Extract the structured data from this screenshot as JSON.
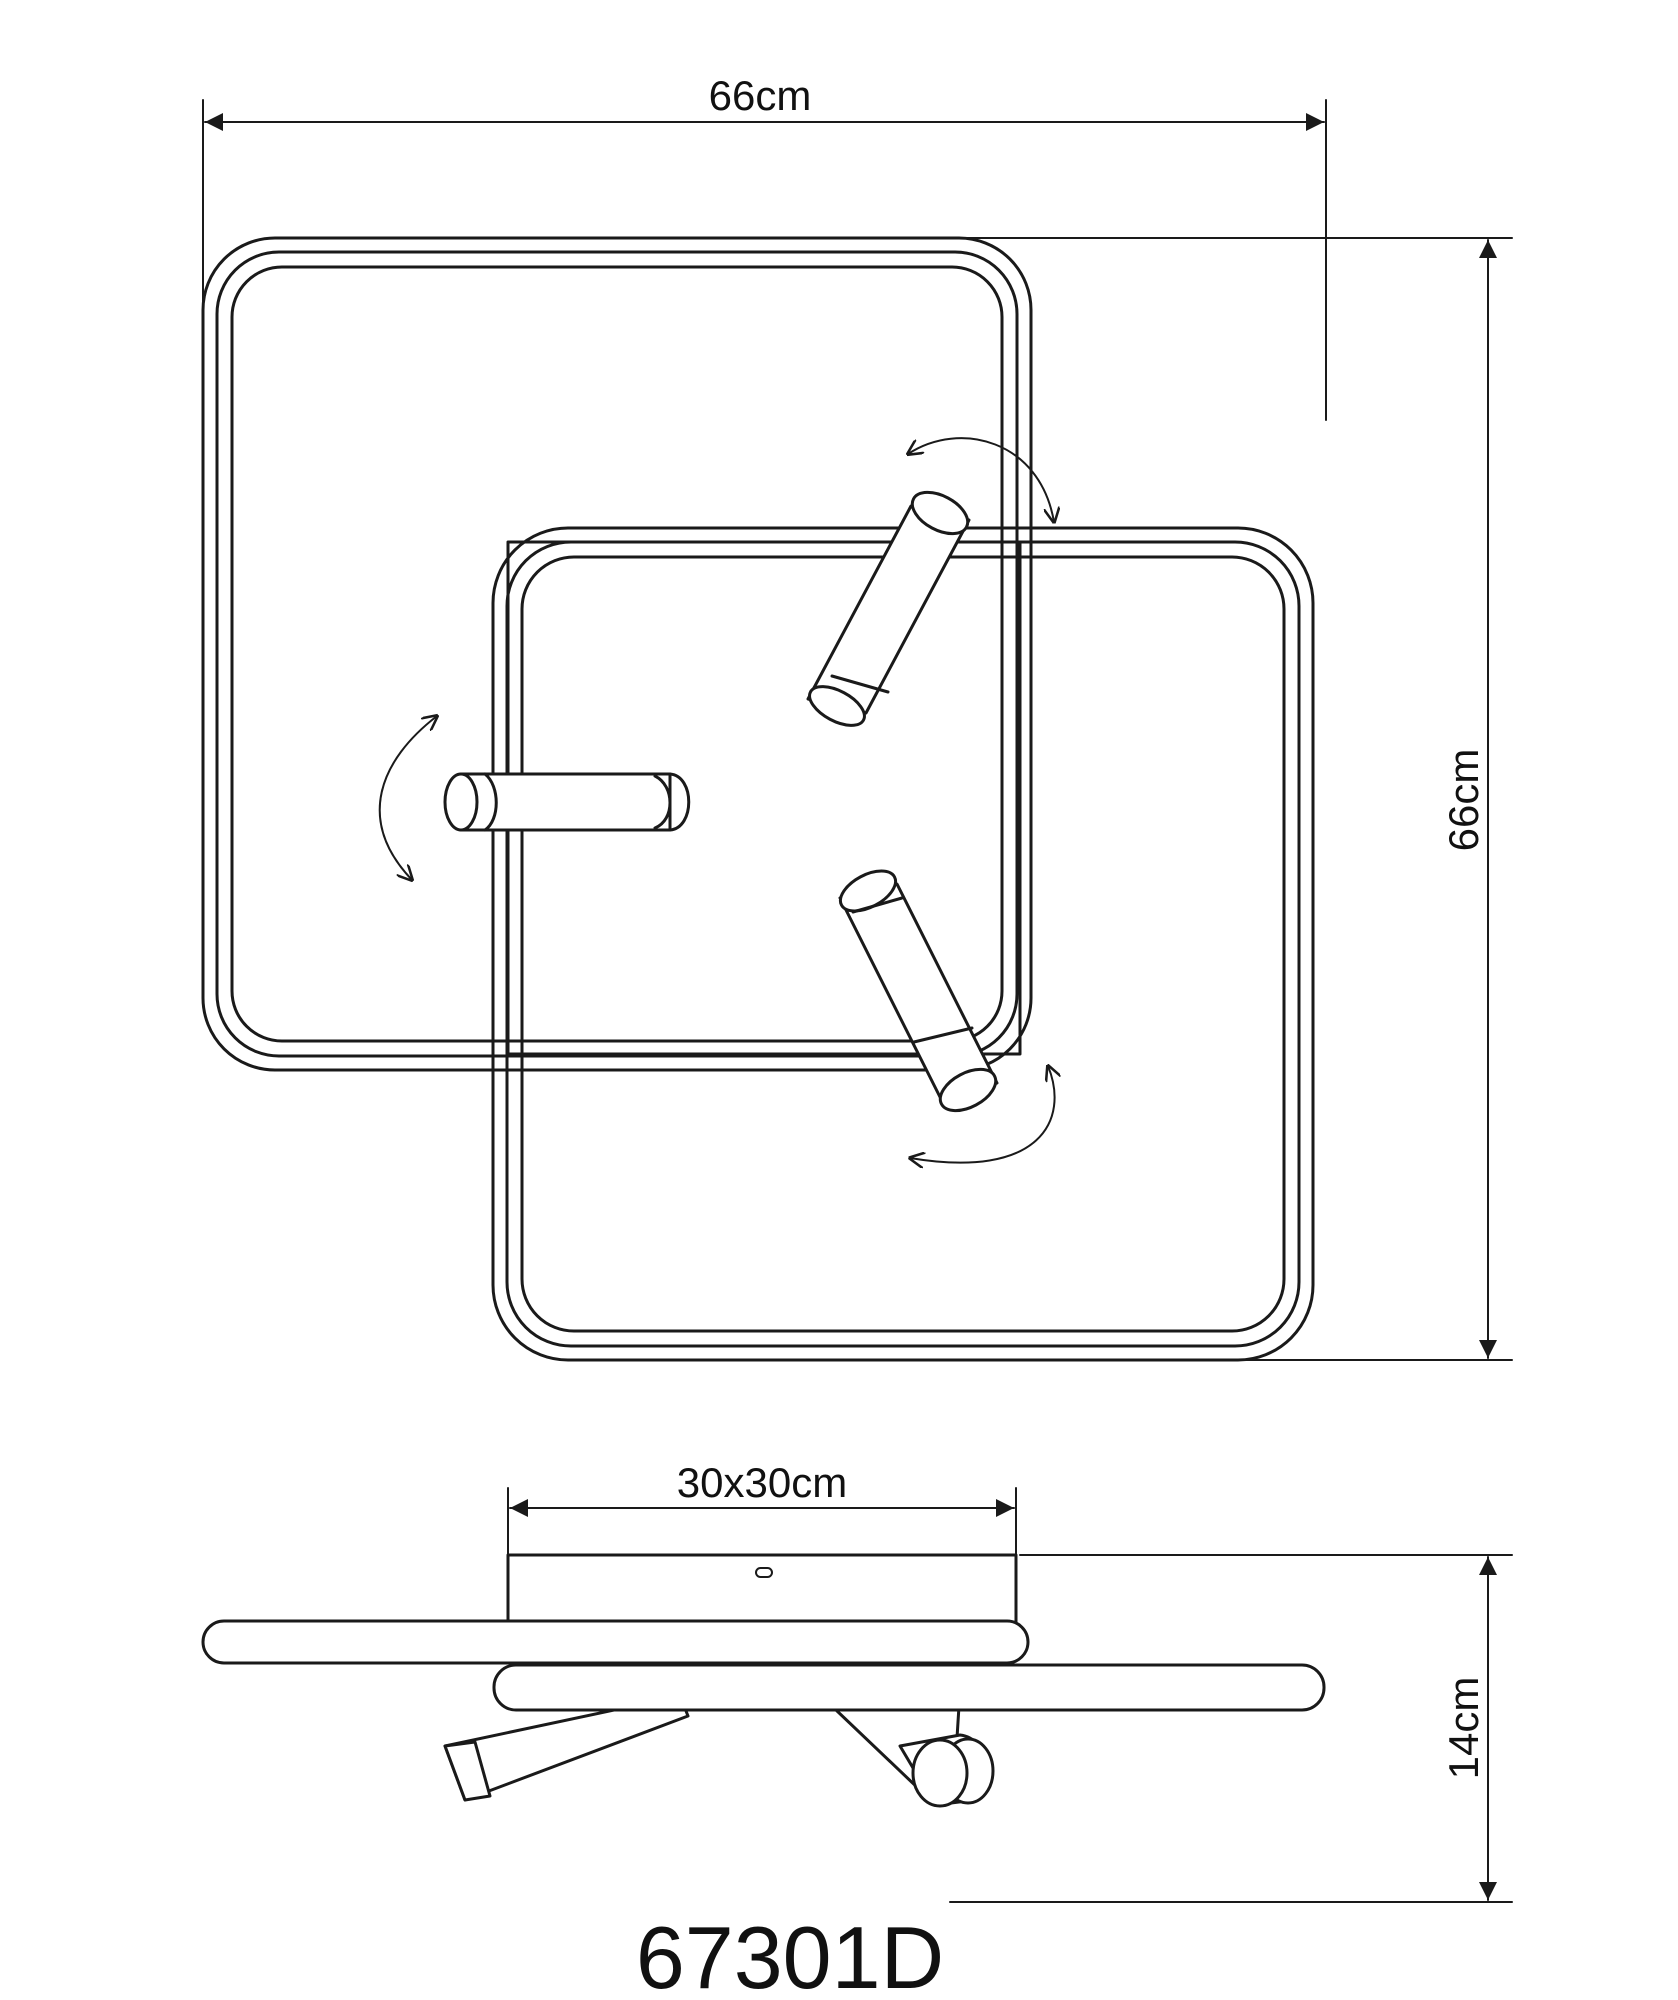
{
  "dimensions": {
    "width_label": "66cm",
    "height_label": "66cm",
    "base_label": "30x30cm",
    "depth_label": "14cm"
  },
  "model_number": "67301D"
}
